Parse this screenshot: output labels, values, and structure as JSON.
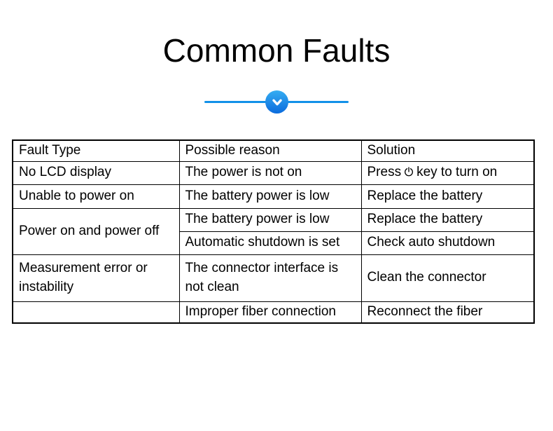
{
  "page": {
    "background_color": "#ffffff"
  },
  "header": {
    "title": "Common Faults",
    "divider": {
      "line_color": "#1291e8",
      "circle_top_color": "#35adf2",
      "circle_bottom_color": "#0b6bdd",
      "icon": "chevron-down-icon"
    }
  },
  "table": {
    "border_color": "#000000",
    "headers": [
      "Fault Type",
      "Possible reason",
      "Solution"
    ],
    "rows": [
      {
        "fault": "No LCD display",
        "reason": "The power is not on",
        "solution_prefix": "Press",
        "solution_icon": "power-icon",
        "solution_suffix": "key to turn on"
      },
      {
        "fault": "Unable to power on",
        "reason": "The battery power is low",
        "solution": "Replace the battery"
      },
      {
        "fault": "Power on and power off",
        "reason": "The battery power is low",
        "solution": "Replace the battery"
      },
      {
        "reason": "Automatic shutdown is set",
        "solution": "Check auto shutdown"
      },
      {
        "fault": "Measurement error or instability",
        "reason": "The connector interface is not clean",
        "solution": "Clean the connector"
      },
      {
        "fault": "",
        "reason": "Improper fiber connection",
        "solution": "Reconnect the fiber"
      }
    ]
  }
}
